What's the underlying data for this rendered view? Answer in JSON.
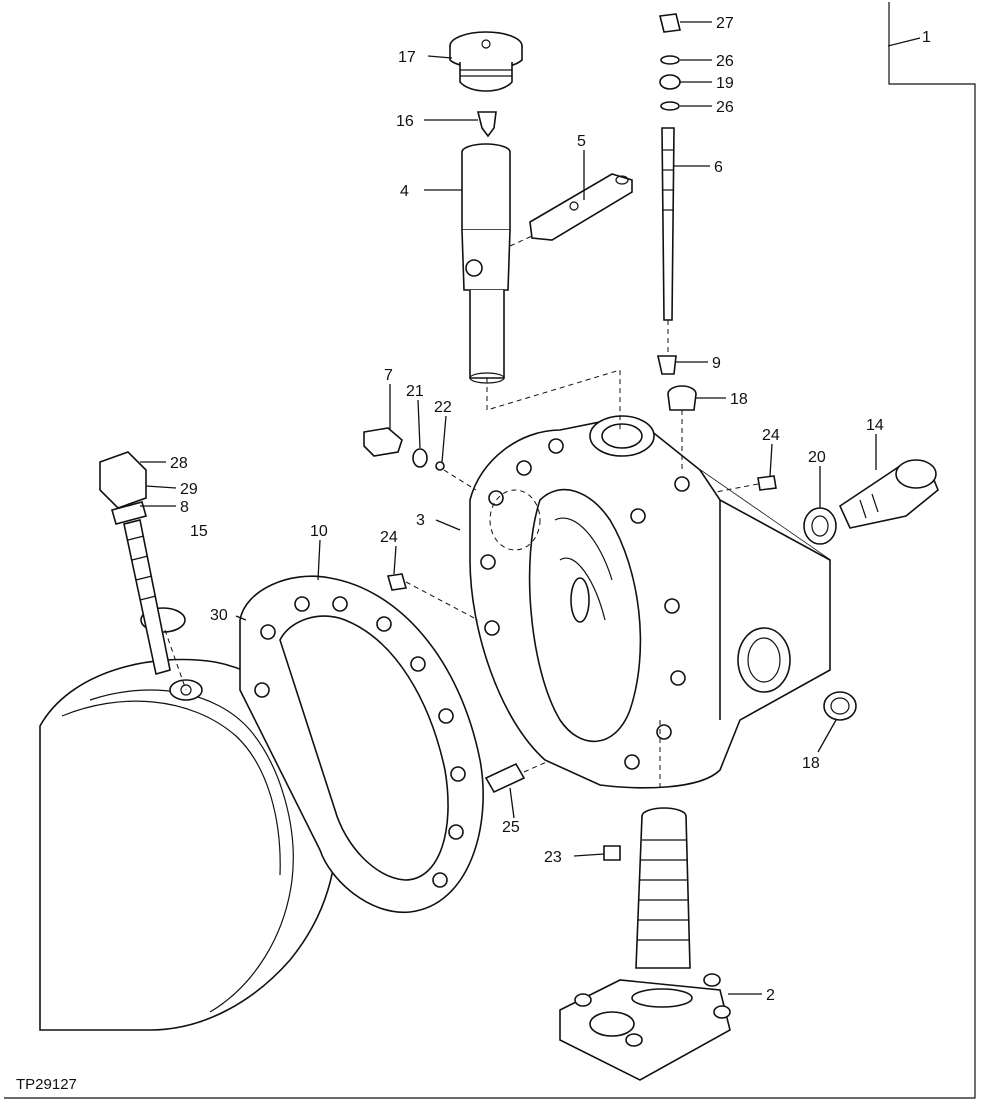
{
  "figure_id": "TP29127",
  "callouts": [
    {
      "id": "c1",
      "text": "1"
    },
    {
      "id": "c2",
      "text": "2"
    },
    {
      "id": "c3",
      "text": "3"
    },
    {
      "id": "c4",
      "text": "4"
    },
    {
      "id": "c5",
      "text": "5"
    },
    {
      "id": "c6",
      "text": "6"
    },
    {
      "id": "c7",
      "text": "7"
    },
    {
      "id": "c8",
      "text": "8"
    },
    {
      "id": "c9",
      "text": "9"
    },
    {
      "id": "c10",
      "text": "10"
    },
    {
      "id": "c14",
      "text": "14"
    },
    {
      "id": "c15",
      "text": "15"
    },
    {
      "id": "c16",
      "text": "16"
    },
    {
      "id": "c17",
      "text": "17"
    },
    {
      "id": "c18a",
      "text": "18"
    },
    {
      "id": "c18b",
      "text": "18"
    },
    {
      "id": "c19",
      "text": "19"
    },
    {
      "id": "c20",
      "text": "20"
    },
    {
      "id": "c21",
      "text": "21"
    },
    {
      "id": "c22",
      "text": "22"
    },
    {
      "id": "c23",
      "text": "23"
    },
    {
      "id": "c24a",
      "text": "24"
    },
    {
      "id": "c24b",
      "text": "24"
    },
    {
      "id": "c25",
      "text": "25"
    },
    {
      "id": "c26a",
      "text": "26"
    },
    {
      "id": "c26b",
      "text": "26"
    },
    {
      "id": "c27",
      "text": "27"
    },
    {
      "id": "c28",
      "text": "28"
    },
    {
      "id": "c29",
      "text": "29"
    },
    {
      "id": "c30",
      "text": "30"
    }
  ]
}
